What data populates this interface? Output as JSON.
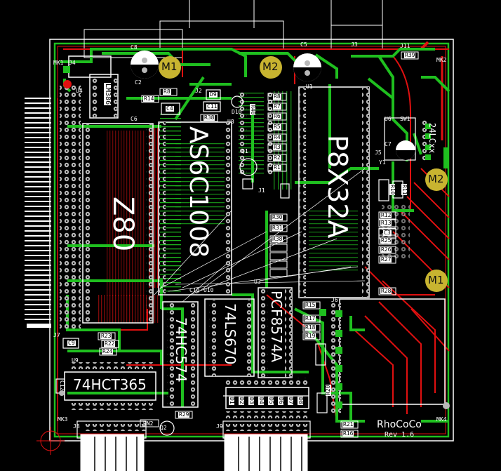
{
  "board": {
    "name": "RhoCoCo",
    "revision": "Rev 1.6",
    "colors": {
      "background": "#000000",
      "outline": "#ffffff",
      "top_copper": "#1fbf1f",
      "bottom_copper": "#e01010",
      "pad": "#b8b8b8",
      "silk": "#ffffff"
    }
  },
  "ics": {
    "z80": "Z80",
    "sram": "AS6C1008",
    "micro": "P8X32A",
    "ls670": "74LS670",
    "hc574": "74HC574",
    "pcf": "PCF8574A",
    "hct365": "74HCT365",
    "lm386": "LM386",
    "eeprom": "24LCxx"
  },
  "mounts": [
    "M1",
    "M2",
    "M2",
    "M1"
  ],
  "refs": {
    "r1": "R1",
    "r2": "R2",
    "r3": "R3",
    "r4": "R4",
    "r5": "R5",
    "r6": "R6",
    "r7": "R7",
    "r8": "R8",
    "r10": "R10",
    "r11": "R11",
    "r12": "R12",
    "r13": "R13",
    "r14": "R14",
    "r15": "R15",
    "r16": "R16",
    "r17": "R17",
    "r18": "R18",
    "r19": "R19",
    "r20": "R20",
    "r21": "R21",
    "r22": "R22",
    "r23": "R23",
    "r24": "R24",
    "r25": "R25",
    "r26": "R26",
    "r27": "R27",
    "r28": "R28",
    "r29": "R29",
    "r30": "R30",
    "r31": "R31",
    "r38": "R38",
    "r39": "R39",
    "r40": "R40",
    "rn2": "RN2",
    "c2": "C2",
    "c3": "C3",
    "c4": "C4",
    "c5": "C5",
    "c6": "C6",
    "c7": "C7",
    "c8": "C8",
    "c9": "C9",
    "c10": "C10",
    "c11": "C11",
    "c12": "C12",
    "d9": "D9",
    "d10": "D10",
    "d1": "D1",
    "d2": "D2",
    "d3": "D3",
    "d4": "D4",
    "d5": "D5",
    "d6": "D6",
    "d7": "D7",
    "d8": "D8",
    "q1": "Q1",
    "q2": "Q2",
    "u1": "U1",
    "u3": "U3",
    "u4": "U4",
    "u6": "U6",
    "u8": "U8",
    "u9": "U9",
    "u10": "U10",
    "j1": "J1",
    "j2": "J2",
    "j3": "J3",
    "j4": "J4",
    "j5": "J5",
    "j6": "J6",
    "j7": "J7",
    "j8": "J8",
    "j9": "J9",
    "j11": "J11",
    "mk1": "MK1",
    "mk2": "MK2",
    "mk3": "MK3",
    "mk4": "MK4",
    "sw1": "SW1",
    "y1": "Y1"
  }
}
